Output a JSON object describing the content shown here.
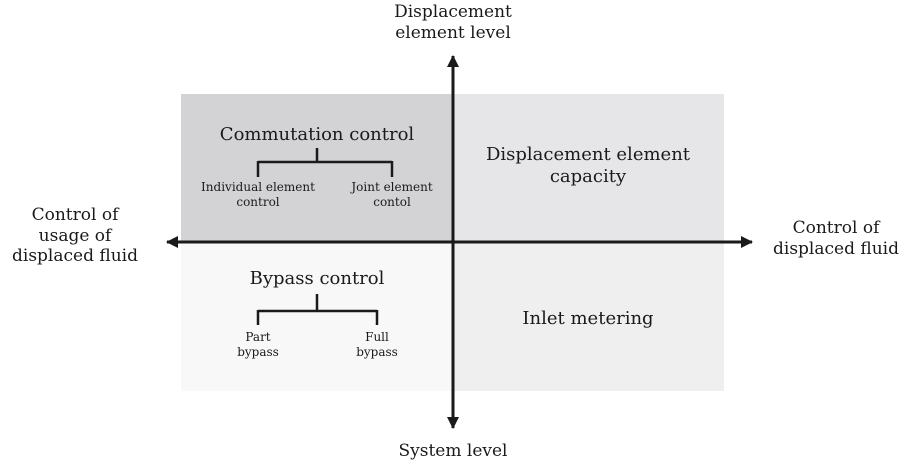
{
  "axes": {
    "top": [
      "Displacement",
      "element level"
    ],
    "bottom": [
      "System level"
    ],
    "left": [
      "Control of",
      "usage of",
      "displaced fluid"
    ],
    "right": [
      "Control of",
      "displaced fluid"
    ]
  },
  "quadrants": {
    "top_left": {
      "title": "Commutation control",
      "color": "#d3d3d5",
      "branches": [
        [
          "Individual element",
          "control"
        ],
        [
          "Joint element",
          "contol"
        ]
      ]
    },
    "top_right": {
      "title": [
        "Displacement element",
        "capacity"
      ],
      "color": "#e6e6e8"
    },
    "bottom_left": {
      "title": "Bypass control",
      "color": "#f8f8f8",
      "branches": [
        [
          "Part",
          "bypass"
        ],
        [
          "Full",
          "bypass"
        ]
      ]
    },
    "bottom_right": {
      "title": "Inlet metering",
      "color": "#efefef"
    }
  }
}
